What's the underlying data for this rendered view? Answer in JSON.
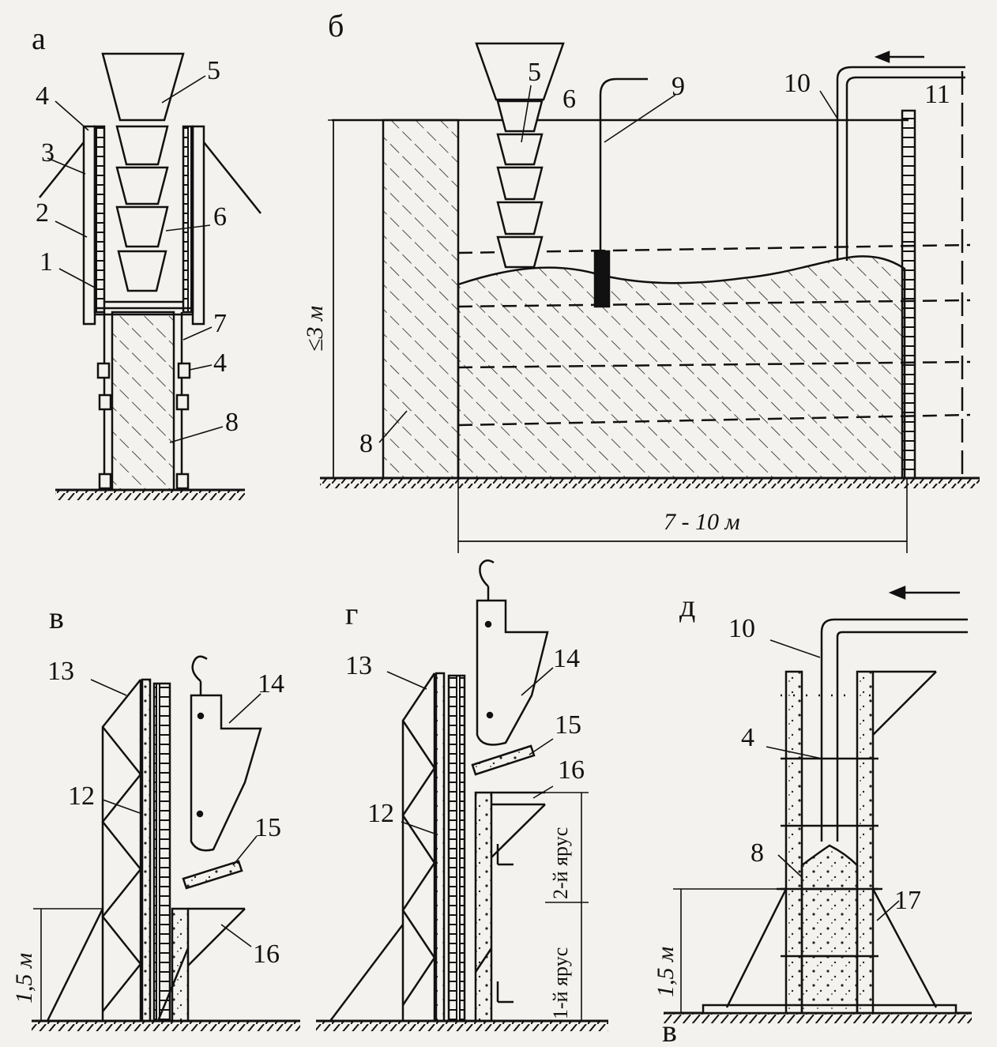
{
  "panels": {
    "a": "а",
    "b": "б",
    "v": "в",
    "g": "г",
    "d": "д",
    "bottom_fragment": "в"
  },
  "labels": {
    "a": [
      "1",
      "2",
      "3",
      "4",
      "4",
      "5",
      "6",
      "7",
      "8"
    ],
    "b": [
      "5",
      "6",
      "8",
      "9",
      "10",
      "11"
    ],
    "v": [
      "12",
      "13",
      "14",
      "15",
      "16"
    ],
    "g": [
      "12",
      "13",
      "14",
      "15",
      "16"
    ],
    "d": [
      "4",
      "8",
      "10",
      "17"
    ]
  },
  "dimensions": {
    "b_height": "≤3 м",
    "b_width": "7 - 10 м",
    "v_height": "1,5 м",
    "d_height": "1,5 м"
  },
  "tiers": {
    "first": "1-й ярус",
    "second": "2-й ярус"
  },
  "colors": {
    "ink": "#111111",
    "paper": "#f4f2ee"
  }
}
